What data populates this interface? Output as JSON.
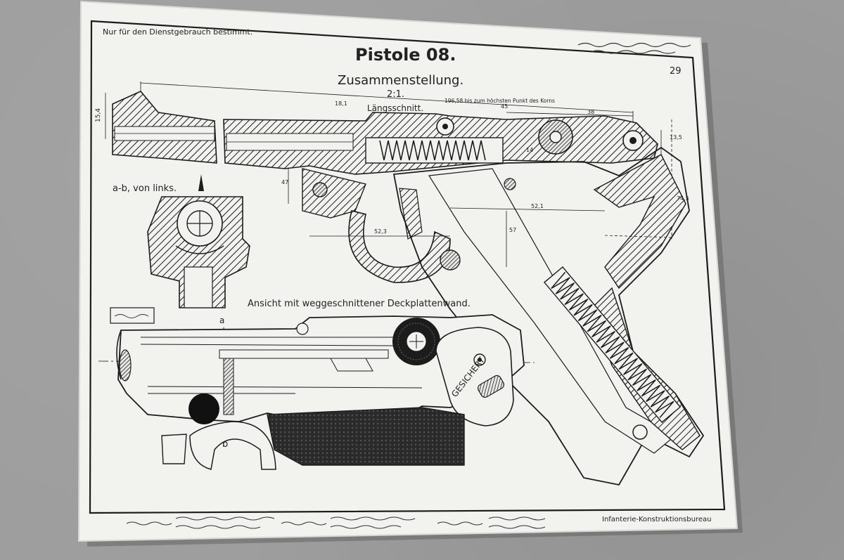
{
  "restriction_note": "Nur für den Dienstgebrauch bestimmt.",
  "title": "Pistole 08.",
  "subtitle": "Zusammenstellung.",
  "scale": "2:1.",
  "sheet_number": "29",
  "section_label": "Längsschnitt.",
  "dimension_note": "196,58 bis zum höchsten Punkt des Korns",
  "view_label": "a-b, von links.",
  "cutaway_label": "Ansicht mit weggeschnittener Deckplattenwand.",
  "safety_marking": "GESICHERT",
  "office": "Infanterie-Konstruktionsbureau",
  "section_marks": {
    "a": "a",
    "b": "b"
  },
  "dimensions": {
    "d154": "15,4",
    "d181": "18,1",
    "d45": "45",
    "d38": "38",
    "d135": "13,5",
    "d745": "74,5",
    "d323": "52,3",
    "d521": "52,1",
    "d57": "57",
    "d47": "47",
    "d14": "14"
  },
  "colors": {
    "paper": "#f2f2ee",
    "ink": "#1c1c1c",
    "wall": "#9d9d9d"
  }
}
